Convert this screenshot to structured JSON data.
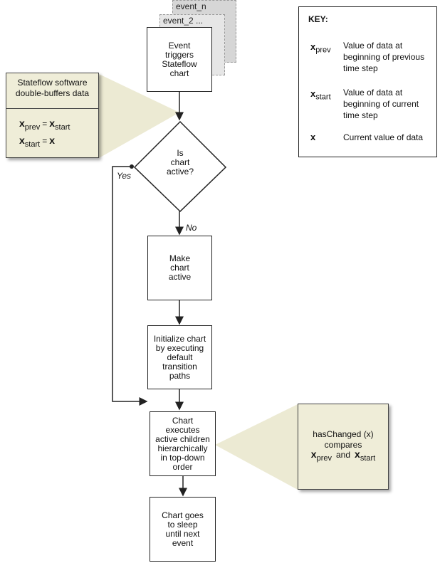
{
  "event_stack": [
    "event_n",
    "event_2 ..."
  ],
  "nodes": {
    "trigger": "Event\ntriggers\nStateflow\nchart",
    "decision": "Is\nchart\nactive?",
    "make_active": "Make\nchart\nactive",
    "initialize": "Initialize chart\nby executing\ndefault\ntransition\npaths",
    "execute": "Chart\nexecutes\nactive children\nhierarchically\nin top-down\norder",
    "sleep": "Chart goes\nto sleep\nuntil next\nevent"
  },
  "branches": {
    "yes": "Yes",
    "no": "No"
  },
  "buffer_note": {
    "title": "Stateflow software\ndouble-buffers data",
    "eq1": {
      "lhs": "x",
      "lhs_sub": "prev",
      "op": "=",
      "rhs": "x",
      "rhs_sub": "start"
    },
    "eq2": {
      "lhs": "x",
      "lhs_sub": "start",
      "op": "=",
      "rhs": "x"
    }
  },
  "haschanged_note": {
    "line1": "hasChanged (x)",
    "line2": "compares",
    "a": "x",
    "a_sub": "prev",
    "conj": "and",
    "b": "x",
    "b_sub": "start"
  },
  "key": {
    "title": "KEY:",
    "items": [
      {
        "sym": "x",
        "sub": "prev",
        "desc": "Value of data at\nbeginning of previous\ntime step"
      },
      {
        "sym": "x",
        "sub": "start",
        "desc": "Value of data at\nbeginning of current\ntime step"
      },
      {
        "sym": "x",
        "sub": "",
        "desc": "Current value of data"
      }
    ]
  },
  "colors": {
    "note_bg": "#efedd8",
    "callout": "#e8e6cf",
    "line": "#222222"
  }
}
